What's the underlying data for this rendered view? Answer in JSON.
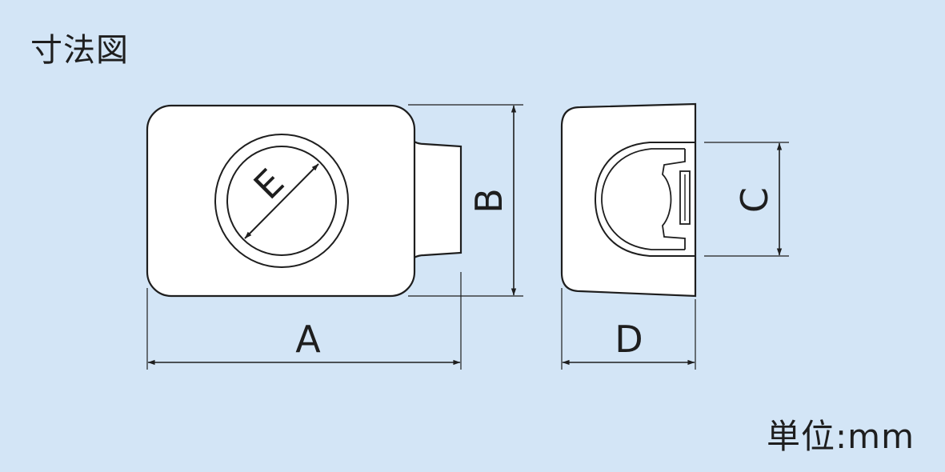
{
  "title": "寸法図",
  "unit_label": "単位:mm",
  "dimensions": {
    "a": "A",
    "b": "B",
    "c": "C",
    "d": "D",
    "e": "E"
  },
  "colors": {
    "background": "#d3e5f6",
    "part_fill": "#ffffff",
    "line": "#1e1e1e"
  }
}
